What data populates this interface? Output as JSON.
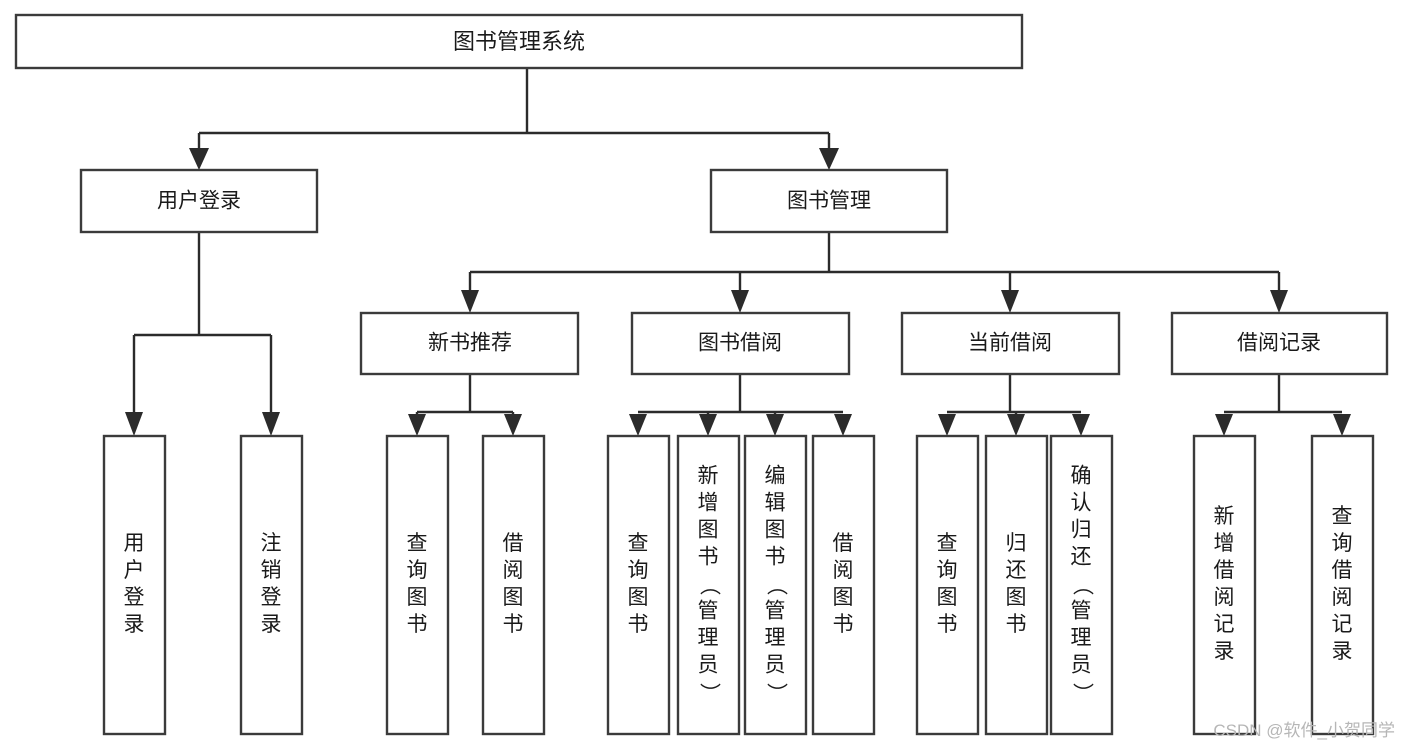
{
  "diagram": {
    "type": "hierarchy-tree",
    "title": "图书管理系统",
    "orientation": "top-down",
    "colors": {
      "box_fill": "#ffffff",
      "box_stroke": "#3b3b3b",
      "connector": "#2b2b2b",
      "text": "#1a1a1a",
      "watermark": "#b6b6b6",
      "background": "#ffffff"
    },
    "root": {
      "id": "root",
      "label": "图书管理系统"
    },
    "level2": [
      {
        "id": "user-login",
        "label": "用户登录"
      },
      {
        "id": "book-management",
        "label": "图书管理"
      }
    ],
    "level3": [
      {
        "id": "new-book-recommend",
        "label": "新书推荐",
        "parent": "book-management"
      },
      {
        "id": "book-borrow",
        "label": "图书借阅",
        "parent": "book-management"
      },
      {
        "id": "current-borrow",
        "label": "当前借阅",
        "parent": "book-management"
      },
      {
        "id": "borrow-record",
        "label": "借阅记录",
        "parent": "book-management"
      }
    ],
    "leaves": [
      {
        "id": "leaf-user-login",
        "label": "用户登录",
        "parent": "user-login"
      },
      {
        "id": "leaf-user-logout",
        "label": "注销登录",
        "parent": "user-login"
      },
      {
        "id": "leaf-query-book-1",
        "label": "查询图书",
        "parent": "new-book-recommend"
      },
      {
        "id": "leaf-borrow-book-1",
        "label": "借阅图书",
        "parent": "new-book-recommend"
      },
      {
        "id": "leaf-query-book-2",
        "label": "查询图书",
        "parent": "book-borrow"
      },
      {
        "id": "leaf-add-book",
        "label": "新增图书（管理员）",
        "parent": "book-borrow"
      },
      {
        "id": "leaf-edit-book",
        "label": "编辑图书（管理员）",
        "parent": "book-borrow"
      },
      {
        "id": "leaf-borrow-book-2",
        "label": "借阅图书",
        "parent": "book-borrow"
      },
      {
        "id": "leaf-query-book-3",
        "label": "查询图书",
        "parent": "current-borrow"
      },
      {
        "id": "leaf-return-book",
        "label": "归还图书",
        "parent": "current-borrow"
      },
      {
        "id": "leaf-confirm-return",
        "label": "确认归还（管理员）",
        "parent": "current-borrow"
      },
      {
        "id": "leaf-add-record",
        "label": "新增借阅记录",
        "parent": "borrow-record"
      },
      {
        "id": "leaf-query-record",
        "label": "查询借阅记录",
        "parent": "borrow-record"
      }
    ]
  },
  "watermark": {
    "text": "CSDN @软件_小贺同学"
  }
}
